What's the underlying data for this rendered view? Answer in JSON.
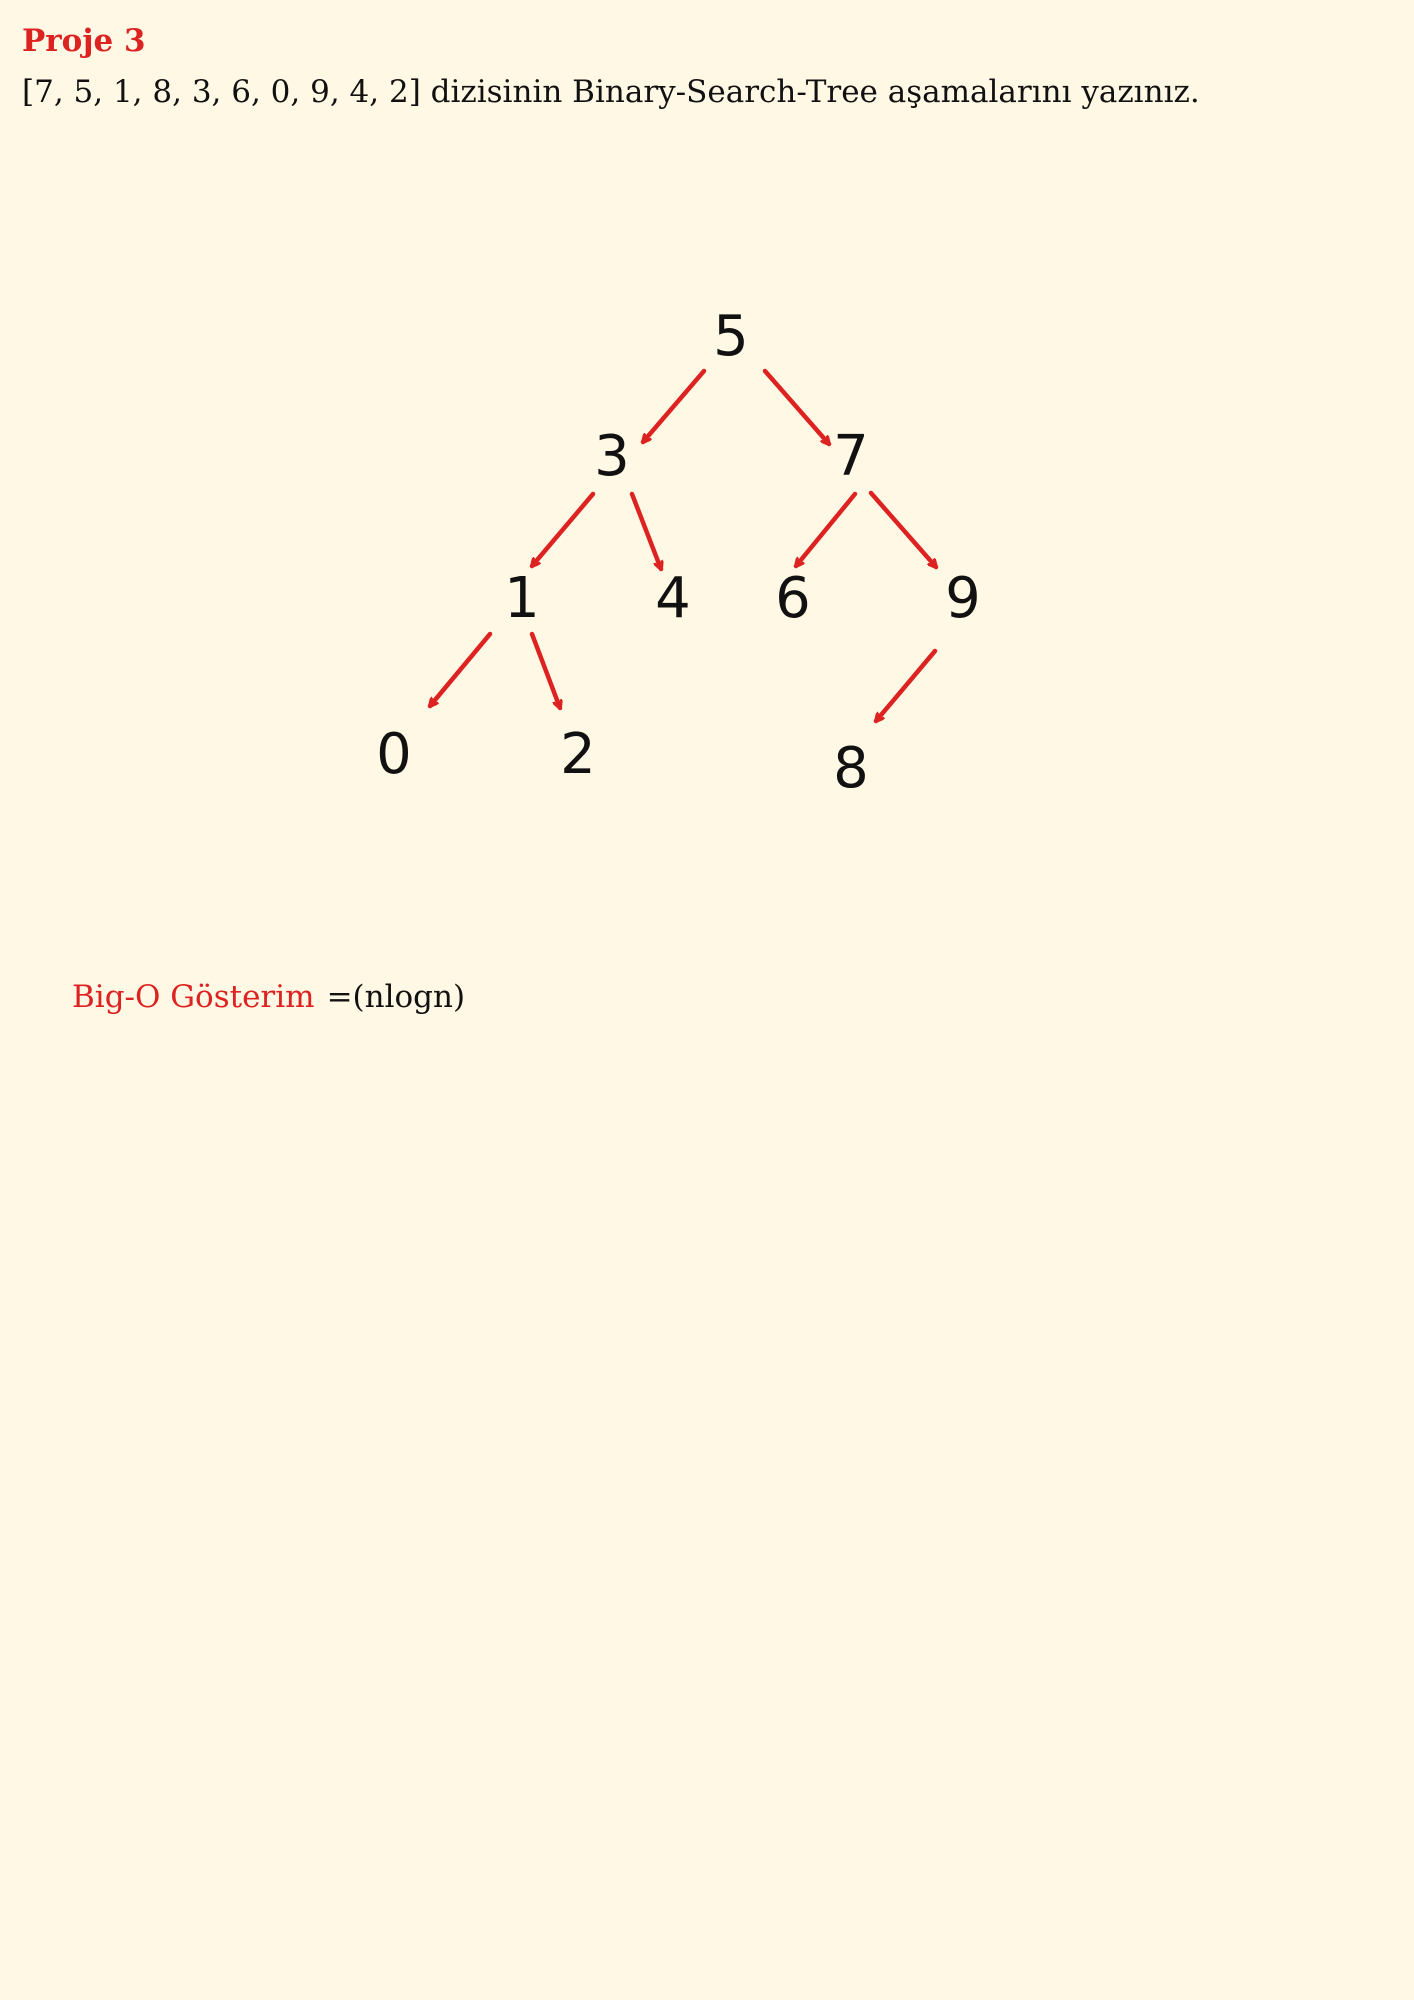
{
  "document": {
    "title": "Proje 3",
    "question": "[7, 5, 1, 8, 3, 6, 0, 9, 4, 2] dizisinin Binary-Search-Tree aşamalarını yazınız."
  },
  "tree": {
    "nodes": [
      {
        "id": "n5",
        "label": "5"
      },
      {
        "id": "n3",
        "label": "3"
      },
      {
        "id": "n7",
        "label": "7"
      },
      {
        "id": "n1",
        "label": "1"
      },
      {
        "id": "n4",
        "label": "4"
      },
      {
        "id": "n6",
        "label": "6"
      },
      {
        "id": "n9",
        "label": "9"
      },
      {
        "id": "n0",
        "label": "0"
      },
      {
        "id": "n2",
        "label": "2"
      },
      {
        "id": "n8",
        "label": "8"
      }
    ],
    "edges": [
      {
        "from": "n5",
        "to": "n3"
      },
      {
        "from": "n5",
        "to": "n7"
      },
      {
        "from": "n3",
        "to": "n1"
      },
      {
        "from": "n3",
        "to": "n4"
      },
      {
        "from": "n7",
        "to": "n6"
      },
      {
        "from": "n7",
        "to": "n9"
      },
      {
        "from": "n1",
        "to": "n0"
      },
      {
        "from": "n1",
        "to": "n2"
      },
      {
        "from": "n9",
        "to": "n8"
      }
    ],
    "edge_color": "#dd2222"
  },
  "complexity": {
    "label": "Big-O Gösterim",
    "value": "=(nlogn)"
  },
  "colors": {
    "background": "#fff8e4",
    "accent": "#dd2222",
    "text": "#111111"
  }
}
